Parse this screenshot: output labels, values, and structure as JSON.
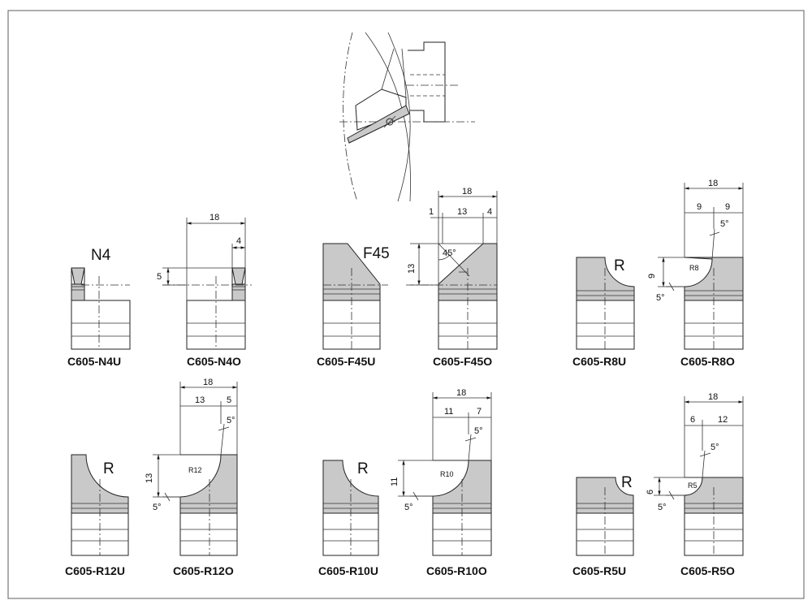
{
  "type_labels": {
    "n4": "N4",
    "f45": "F45",
    "r8": "R",
    "r12": "R",
    "r10": "R",
    "r5": "R"
  },
  "captions": [
    "C605-N4U",
    "C605-N4O",
    "C605-F45U",
    "C605-F45O",
    "C605-R8U",
    "C605-R8O",
    "C605-R12U",
    "C605-R12O",
    "C605-R10U",
    "C605-R10O",
    "C605-R5U",
    "C605-R5O"
  ],
  "dimensions": {
    "n4o": {
      "width": "18",
      "tip": "4",
      "height": "5"
    },
    "f45o": {
      "width": "18",
      "left": "1",
      "mid": "13",
      "right": "4",
      "height": "13",
      "angle": "45°"
    },
    "r8o": {
      "width": "18",
      "left": "9",
      "right": "9",
      "height": "9",
      "radius": "R8",
      "angle_top": "5°",
      "angle_bottom": "5°"
    },
    "r12o": {
      "width": "18",
      "left": "13",
      "right": "5",
      "height": "13",
      "radius": "R12",
      "angle_top": "5°",
      "angle_bottom": "5°"
    },
    "r10o": {
      "width": "18",
      "left": "11",
      "right": "7",
      "height": "11",
      "radius": "R10",
      "angle_top": "5°",
      "angle_bottom": "5°"
    },
    "r5o": {
      "width": "18",
      "left": "6",
      "right": "12",
      "height": "6",
      "radius": "R5",
      "angle_top": "5°",
      "angle_bottom": "5°"
    }
  }
}
